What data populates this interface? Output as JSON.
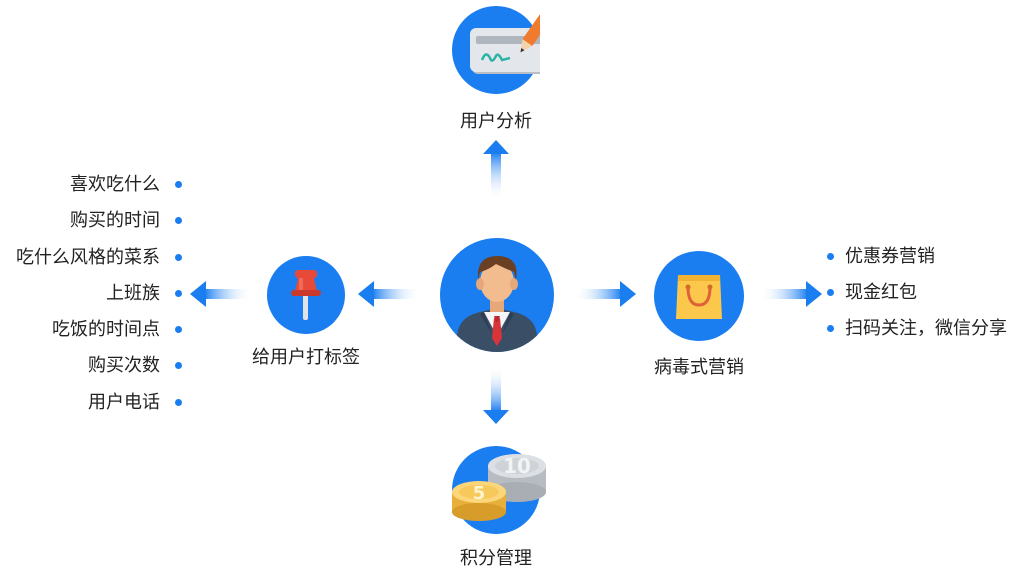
{
  "center": {
    "icon": "businessman-icon"
  },
  "top_node": {
    "label": "用户分析",
    "icon": "check-signature-icon"
  },
  "left_node": {
    "label": "给用户打标签",
    "icon": "pushpin-icon"
  },
  "right_node": {
    "label": "病毒式营销",
    "icon": "shopping-bag-icon"
  },
  "bottom_node": {
    "label": "积分管理",
    "icon": "coins-icon",
    "coin_big": "10",
    "coin_small": "5"
  },
  "left_list": [
    "喜欢吃什么",
    "购买的时间",
    "吃什么风格的菜系",
    "上班族",
    "吃饭的时间点",
    "购买次数",
    "用户电话"
  ],
  "right_list": [
    "优惠券营销",
    "现金红包",
    "扫码关注，微信分享"
  ],
  "colors": {
    "accent": "#1a7df0",
    "arrow_light": "#cfe3fb"
  }
}
